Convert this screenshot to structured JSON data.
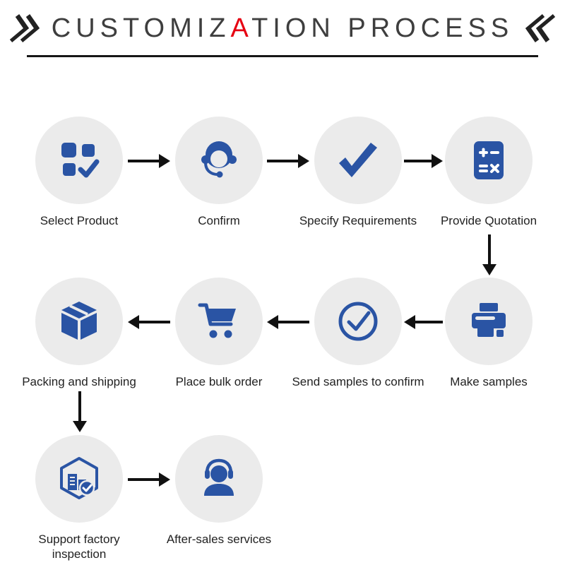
{
  "title": {
    "part1": "CUSTOMIZ",
    "accent": "A",
    "part2": "TION PROCESS",
    "left_mark_icon": "double-chevron-right",
    "right_mark_icon": "double-chevron-left"
  },
  "colors": {
    "icon_blue": "#2a54a4",
    "circle_bg": "#ebebeb",
    "accent_red": "#e60012",
    "arrow_black": "#111111",
    "title_gray": "#3e3e3e"
  },
  "steps": [
    {
      "label": "Select Product",
      "icon": "product-grid-check-icon"
    },
    {
      "label": "Confirm",
      "icon": "support-agent-icon"
    },
    {
      "label": "Specify Requirements",
      "icon": "checkmark-icon"
    },
    {
      "label": "Provide Quotation",
      "icon": "calculator-icon"
    },
    {
      "label": "Make samples",
      "icon": "printer-icon"
    },
    {
      "label": "Send samples to confirm",
      "icon": "circle-check-icon"
    },
    {
      "label": "Place bulk order",
      "icon": "shopping-cart-icon"
    },
    {
      "label": "Packing and shipping",
      "icon": "package-box-icon"
    },
    {
      "label": "Support factory inspection",
      "icon": "factory-inspection-icon"
    },
    {
      "label": "After-sales services",
      "icon": "headset-person-icon"
    }
  ]
}
